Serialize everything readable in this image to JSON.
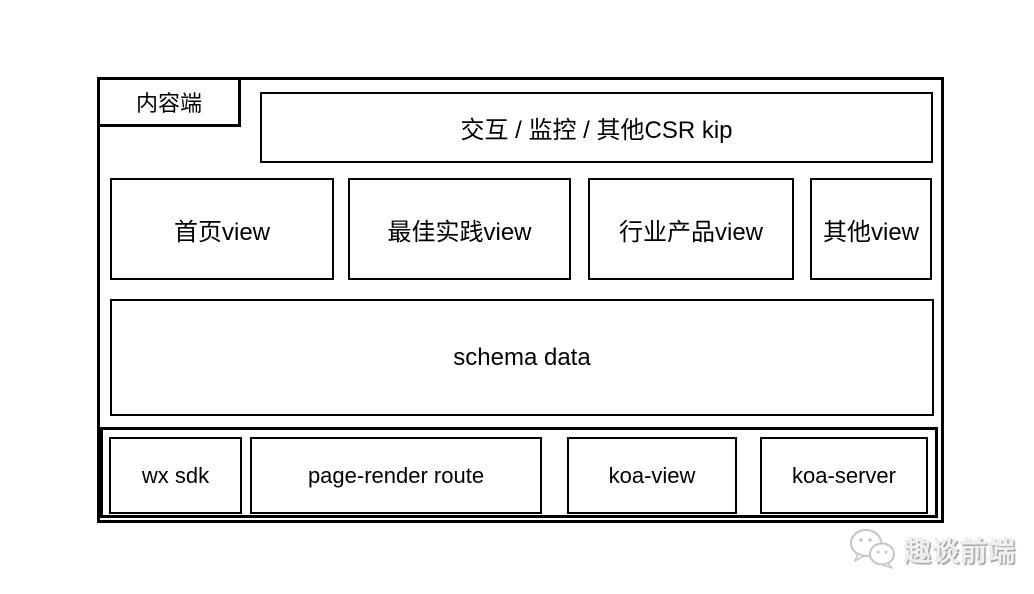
{
  "diagram": {
    "container_label": "内容端",
    "top_bar_label": "交互 / 监控 / 其他CSR kip",
    "view_row": [
      {
        "label": "首页view"
      },
      {
        "label": "最佳实践view"
      },
      {
        "label": "行业产品view"
      },
      {
        "label": "其他view"
      }
    ],
    "schema_label": "schema data",
    "bottom_row": [
      {
        "label": "wx sdk"
      },
      {
        "label": "page-render route"
      },
      {
        "label": "koa-view"
      },
      {
        "label": "koa-server"
      }
    ]
  },
  "watermark": {
    "text": "趣谈前端",
    "icon": "wechat-icon"
  },
  "colors": {
    "border": "#000000",
    "background": "#ffffff",
    "text": "#000000",
    "watermark": "#f0f0f0",
    "watermark_shadow": "#a0a0a0"
  }
}
